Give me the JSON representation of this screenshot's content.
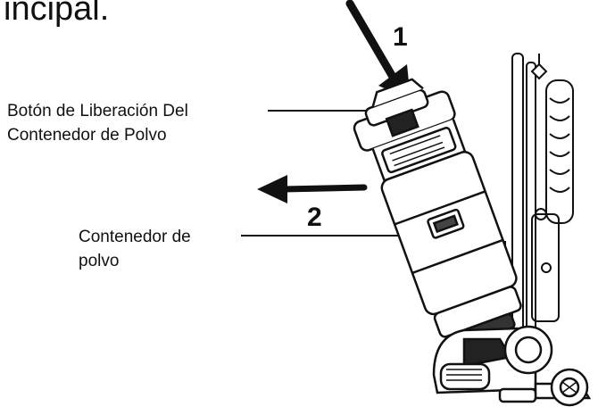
{
  "heading_fragment": "incipal.",
  "labels": {
    "release_button_line1": "Botón de Liberación Del",
    "release_button_line2": "Contenedor de Polvo",
    "dust_container_line1": "Contenedor de",
    "dust_container_line2": "polvo"
  },
  "steps": {
    "step1": "1",
    "step2": "2"
  },
  "colors": {
    "ink": "#111111",
    "background": "#ffffff"
  },
  "icons": {
    "arrow_down": "arrow-down-icon",
    "arrow_left": "arrow-left-icon"
  }
}
